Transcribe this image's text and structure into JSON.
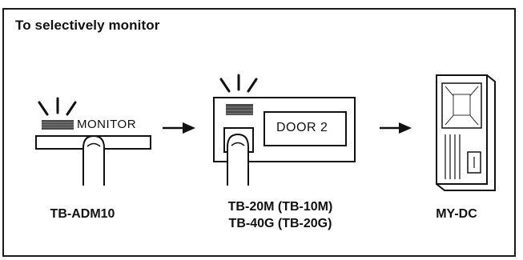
{
  "heading": "To selectively monitor",
  "steps": [
    {
      "device": "TB-ADM10",
      "button_label": "MONITOR"
    },
    {
      "device_line1": "TB-20M (TB-10M)",
      "device_line2": "TB-40G (TB-20G)",
      "display_label": "DOOR 2"
    },
    {
      "device": "MY-DC"
    }
  ]
}
